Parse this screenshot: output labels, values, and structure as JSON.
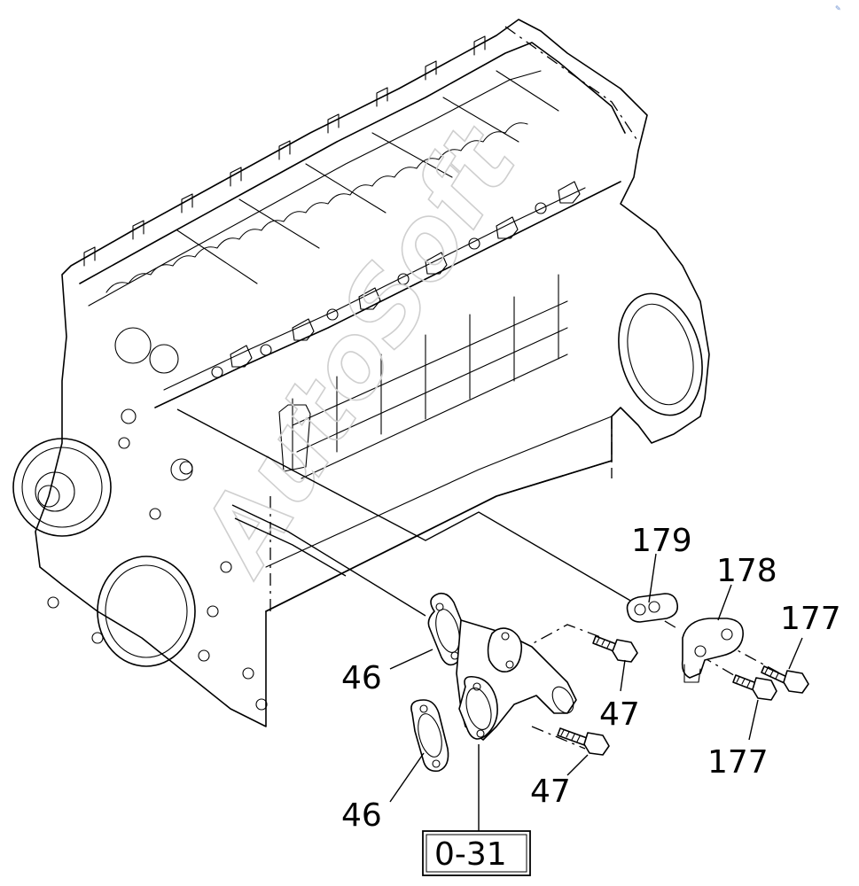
{
  "diagram": {
    "watermark": "AutoSoft",
    "reference": "0-31",
    "callouts": {
      "c179": "179",
      "c178": "178",
      "c177a": "177",
      "c177b": "177",
      "c46a": "46",
      "c46b": "46",
      "c47a": "47",
      "c47b": "47"
    }
  }
}
